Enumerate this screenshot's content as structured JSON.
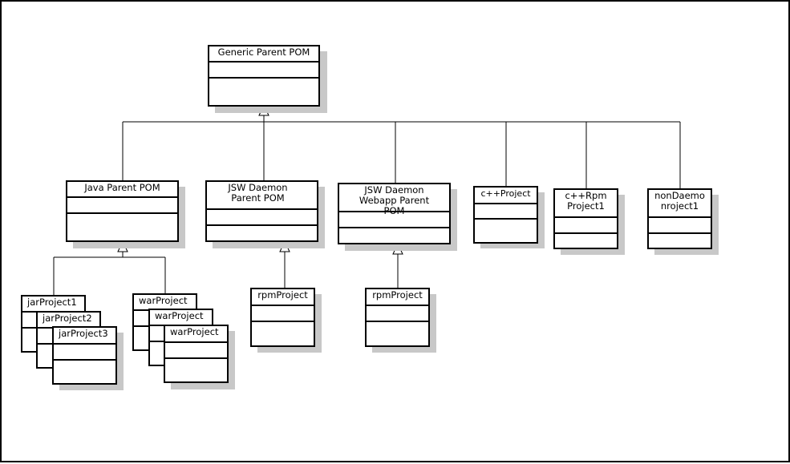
{
  "diagram": {
    "root": {
      "name": "Generic Parent POM"
    },
    "level1": [
      {
        "id": "java",
        "name": "Java Parent POM"
      },
      {
        "id": "jsw",
        "name": "JSW Daemon Parent POM"
      },
      {
        "id": "jswweb",
        "name": "JSW Daemon Webapp Parent POM"
      },
      {
        "id": "cpp",
        "name": "c++Project"
      },
      {
        "id": "cpprpm",
        "name": "c++RpmProject1"
      },
      {
        "id": "nondaemon",
        "name": "nonDaemonroject1"
      }
    ],
    "java_children": [
      "jarProject1",
      "jarProject2",
      "jarProject3",
      "warProject",
      "warProject",
      "warProject"
    ],
    "jsw_child": "rpmProject",
    "jswweb_child": "rpmProject"
  }
}
